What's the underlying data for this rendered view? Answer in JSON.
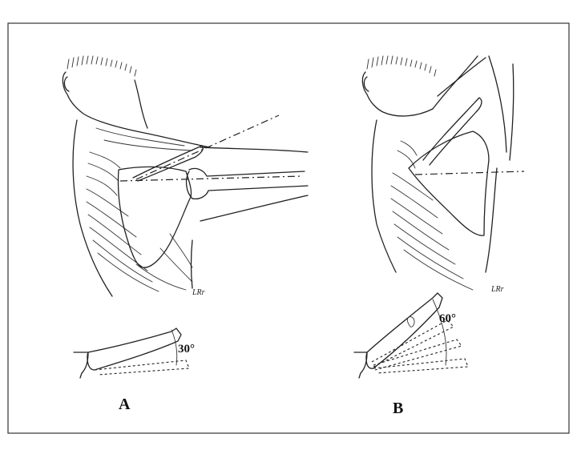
{
  "panels": [
    {
      "label": "A",
      "angle": "30°",
      "angle_deg": 30
    },
    {
      "label": "B",
      "angle": "60°",
      "angle_deg": 60
    }
  ],
  "signature": "LRr"
}
